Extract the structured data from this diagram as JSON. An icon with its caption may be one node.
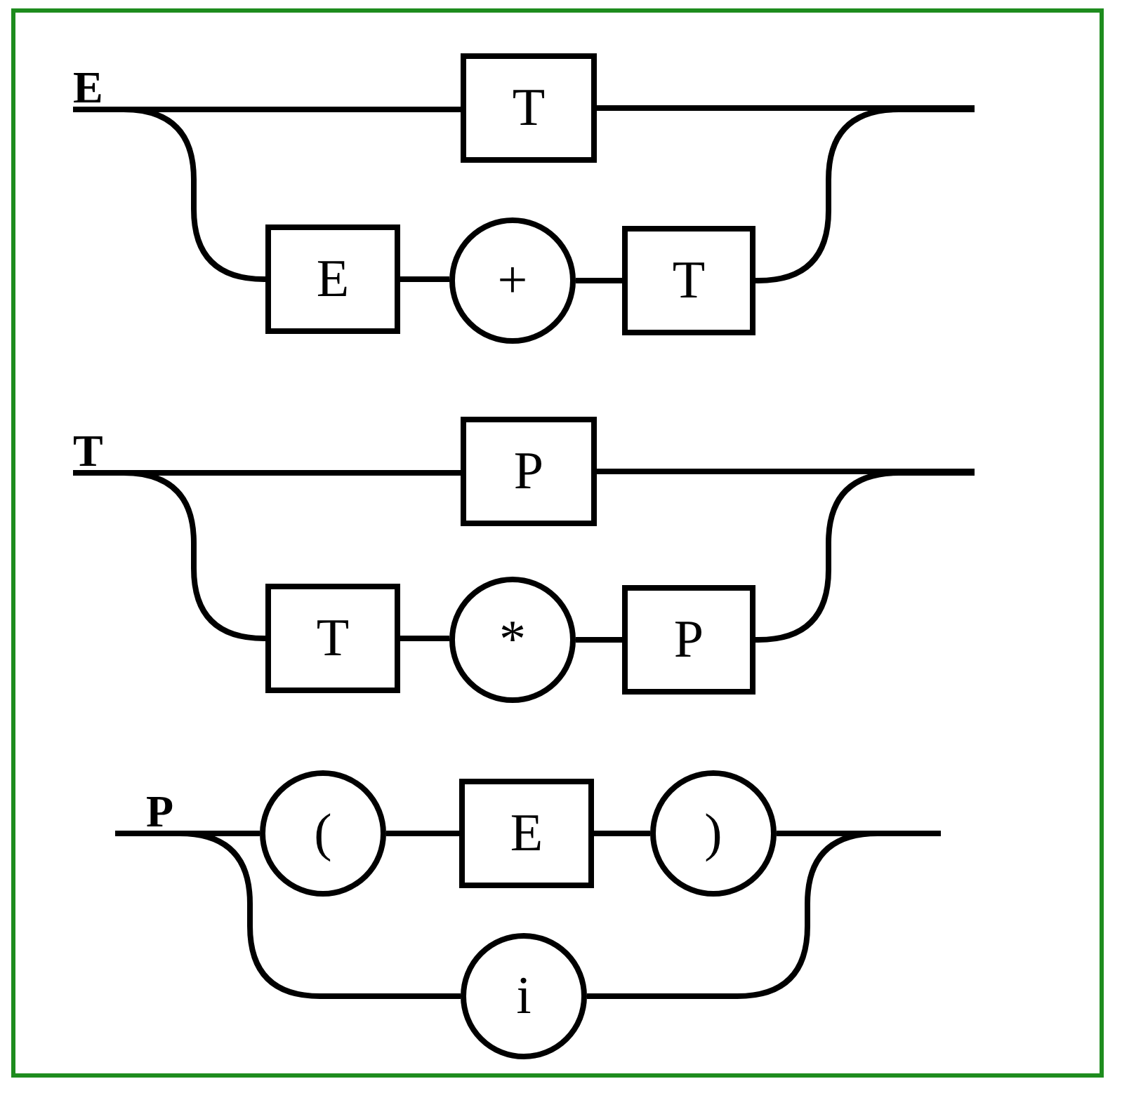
{
  "diagram": {
    "nodes": [
      {
        "text": [
          "E"
        ]
      },
      {
        "text": [
          "T"
        ]
      },
      {
        "text": [
          "E"
        ]
      },
      {
        "text": [
          "+"
        ]
      },
      {
        "text": [
          "T"
        ]
      },
      {
        "text": [
          "T"
        ]
      },
      {
        "text": [
          "P"
        ]
      },
      {
        "text": [
          "T"
        ]
      },
      {
        "text": [
          "*"
        ]
      },
      {
        "text": [
          "P"
        ]
      },
      {
        "text": [
          "P"
        ]
      },
      {
        "text": [
          "("
        ]
      },
      {
        "text": [
          "E"
        ]
      },
      {
        "text": [
          ")"
        ]
      },
      {
        "text": [
          "i"
        ]
      }
    ],
    "edges": [
      {
        "from": 0,
        "to": 1,
        "arrow": "none"
      },
      {
        "from": 0,
        "to": 2,
        "arrow": "none"
      },
      {
        "from": 2,
        "to": 3,
        "arrow": "none"
      },
      {
        "from": 3,
        "to": 4,
        "arrow": "none"
      },
      {
        "from": 1,
        "to": null,
        "arrow": "none"
      },
      {
        "from": 4,
        "to": null,
        "arrow": "none"
      },
      {
        "from": 5,
        "to": 6,
        "arrow": "none"
      },
      {
        "from": 5,
        "to": 7,
        "arrow": "none"
      },
      {
        "from": 7,
        "to": 8,
        "arrow": "none"
      },
      {
        "from": 8,
        "to": 9,
        "arrow": "none"
      },
      {
        "from": 6,
        "to": null,
        "arrow": "none"
      },
      {
        "from": 9,
        "to": null,
        "arrow": "none"
      },
      {
        "from": 10,
        "to": 11,
        "arrow": "none"
      },
      {
        "from": 10,
        "to": 14,
        "arrow": "none"
      },
      {
        "from": 11,
        "to": 12,
        "arrow": "none"
      },
      {
        "from": 12,
        "to": 13,
        "arrow": "none"
      },
      {
        "from": 13,
        "to": null,
        "arrow": "none"
      },
      {
        "from": 14,
        "to": null,
        "arrow": "none"
      }
    ]
  }
}
